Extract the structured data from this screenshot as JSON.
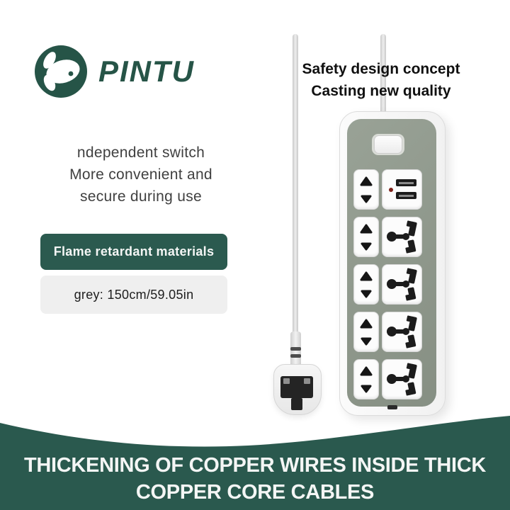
{
  "brand": {
    "name": "PINTU"
  },
  "tagline": {
    "line1": "Safety design concept",
    "line2": "Casting new quality"
  },
  "feature": {
    "line1": "ndependent switch",
    "line2": "More convenient and",
    "line3": "secure during use"
  },
  "flame_banner": {
    "label": "Flame retardant materials"
  },
  "spec_banner": {
    "label": "grey: 150cm/59.05in"
  },
  "footer": {
    "line1": "THICKENING OF COPPER WIRES INSIDE THICK",
    "line2": "COPPER CORE CABLES"
  },
  "colors": {
    "brand_green": "#265447",
    "banner_green": "#2b5a4f",
    "footer_green": "#2a594e",
    "strip_face_green": "#8e978b",
    "led_red": "#7d2019",
    "spec_banner_grey": "#efefef"
  },
  "icons": {
    "logo": "rabbit-logo-icon",
    "switch": "power-switch",
    "usb": "usb-ports",
    "two_pin": "two-pin-socket",
    "universal": "universal-socket",
    "plug": "uk-plug",
    "cable": "power-cable"
  }
}
